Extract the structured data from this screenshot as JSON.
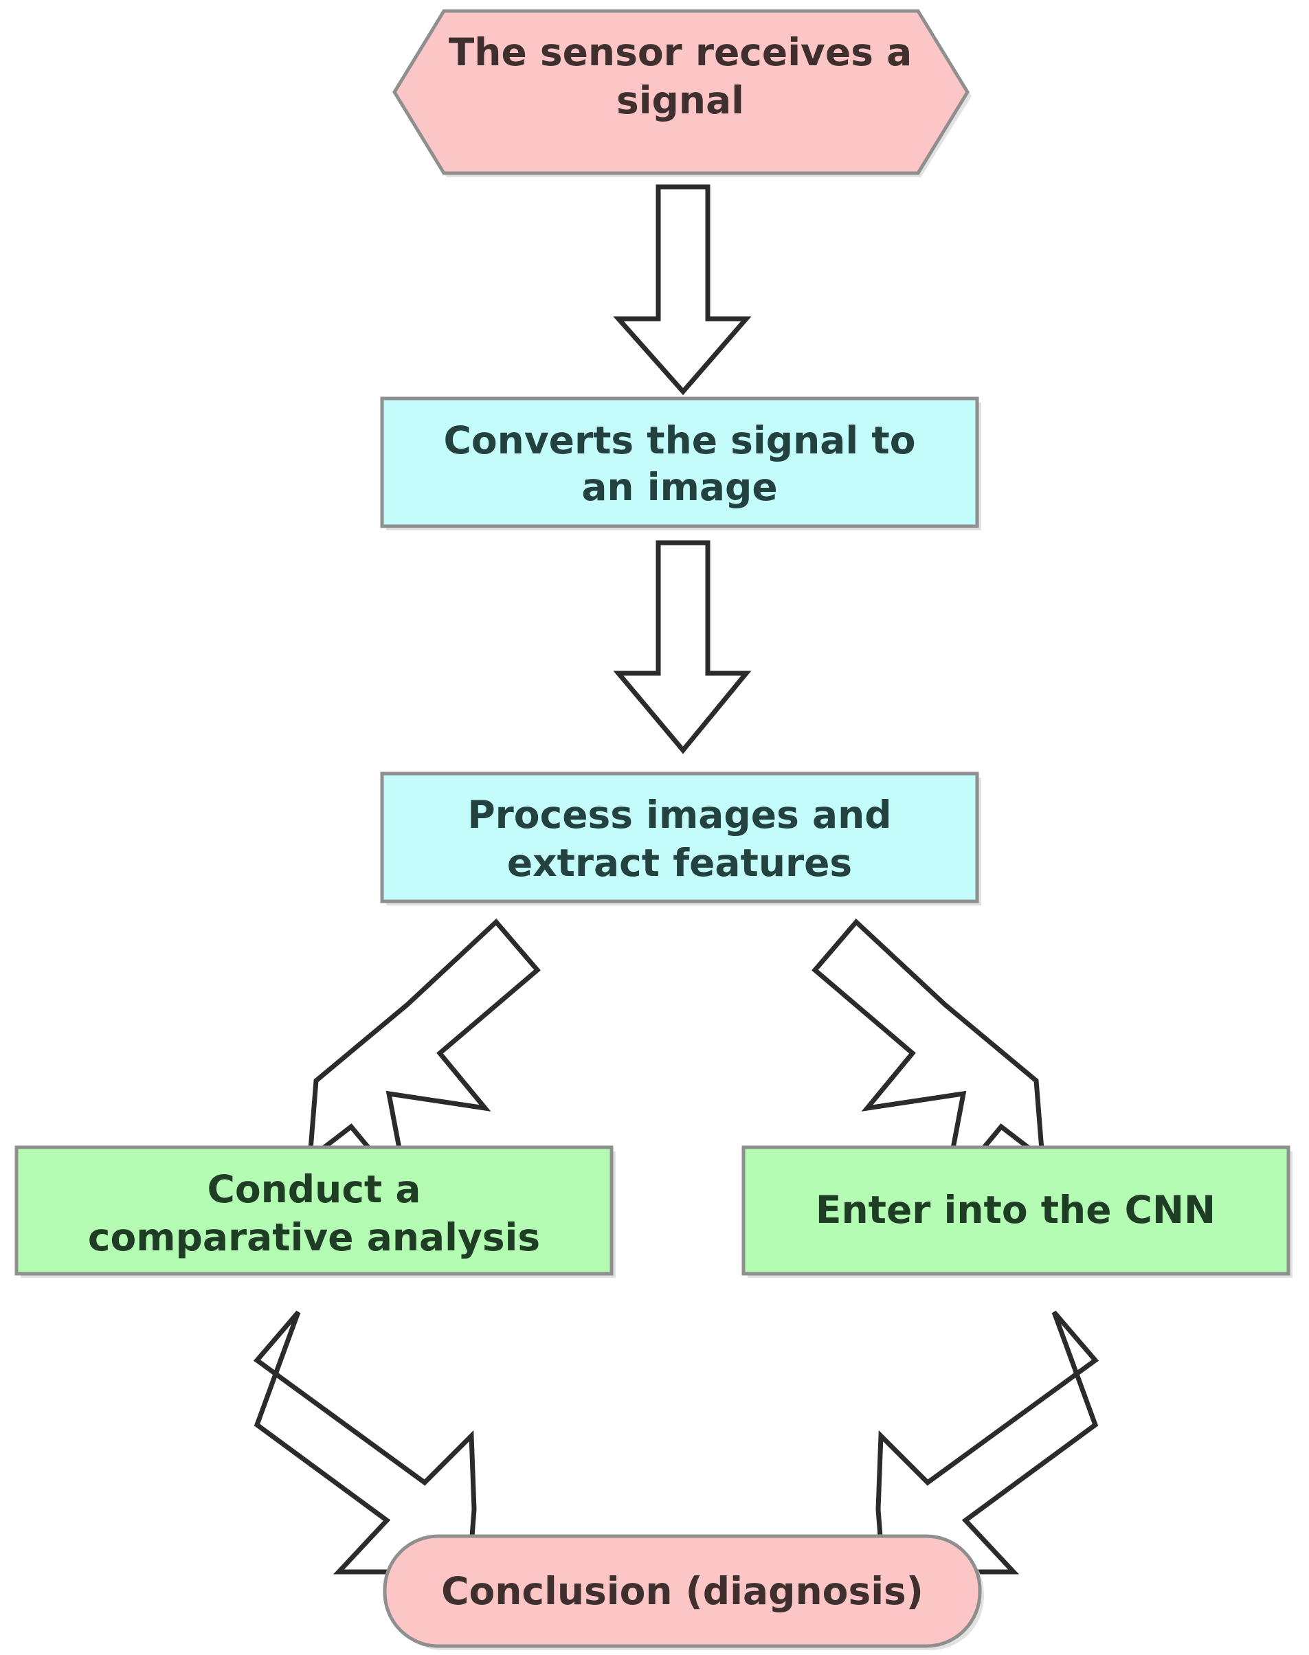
{
  "diagram": {
    "title_text": "",
    "type": "flowchart",
    "background_color": "#ffffff",
    "colors": {
      "start_fill": "#fcc6c6",
      "process_fill": "#c4fbfb",
      "branch_fill": "#b4fbb4",
      "end_fill": "#fcc6c6",
      "shape_border": "#8f8f8f",
      "arrow_fill": "#ffffff",
      "arrow_stroke": "#2b2b2b",
      "text_pink": "#3f2f2f",
      "text_cyan": "#22413f",
      "text_green": "#1f3d24"
    },
    "nodes": [
      {
        "id": "sensor-signal",
        "shape": "hexagon",
        "fill": "#fcc6c6",
        "lines": [
          "The sensor receives a",
          "signal"
        ],
        "text": "The sensor receives a signal"
      },
      {
        "id": "convert-signal",
        "shape": "rectangle",
        "fill": "#c4fbfb",
        "lines": [
          "Converts the signal to",
          "an image"
        ],
        "text": "Converts the signal to an image"
      },
      {
        "id": "process-images",
        "shape": "rectangle",
        "fill": "#c4fbfb",
        "lines": [
          "Process images and",
          "extract features"
        ],
        "text": "Process images and extract features"
      },
      {
        "id": "comparative-analysis",
        "shape": "rectangle",
        "fill": "#b4fbb4",
        "lines": [
          "Conduct a",
          "comparative analysis"
        ],
        "text": "Conduct a comparative analysis"
      },
      {
        "id": "enter-cnn",
        "shape": "rectangle",
        "fill": "#b4fbb4",
        "lines": [
          "Enter into the CNN"
        ],
        "text": "Enter into the CNN"
      },
      {
        "id": "conclusion",
        "shape": "rounded-rectangle",
        "fill": "#fcc6c6",
        "lines": [
          "Conclusion (diagnosis)"
        ],
        "text": "Conclusion (diagnosis)"
      }
    ],
    "edges": [
      {
        "id": "edge-1",
        "from": "sensor-signal",
        "to": "convert-signal",
        "direction": "down"
      },
      {
        "id": "edge-2",
        "from": "convert-signal",
        "to": "process-images",
        "direction": "down"
      },
      {
        "id": "edge-3",
        "from": "process-images",
        "to": "comparative-analysis",
        "direction": "down-left"
      },
      {
        "id": "edge-4",
        "from": "process-images",
        "to": "enter-cnn",
        "direction": "down-right"
      },
      {
        "id": "edge-5",
        "from": "comparative-analysis",
        "to": "conclusion",
        "direction": "down-right"
      },
      {
        "id": "edge-6",
        "from": "enter-cnn",
        "to": "conclusion",
        "direction": "down-left"
      }
    ]
  }
}
